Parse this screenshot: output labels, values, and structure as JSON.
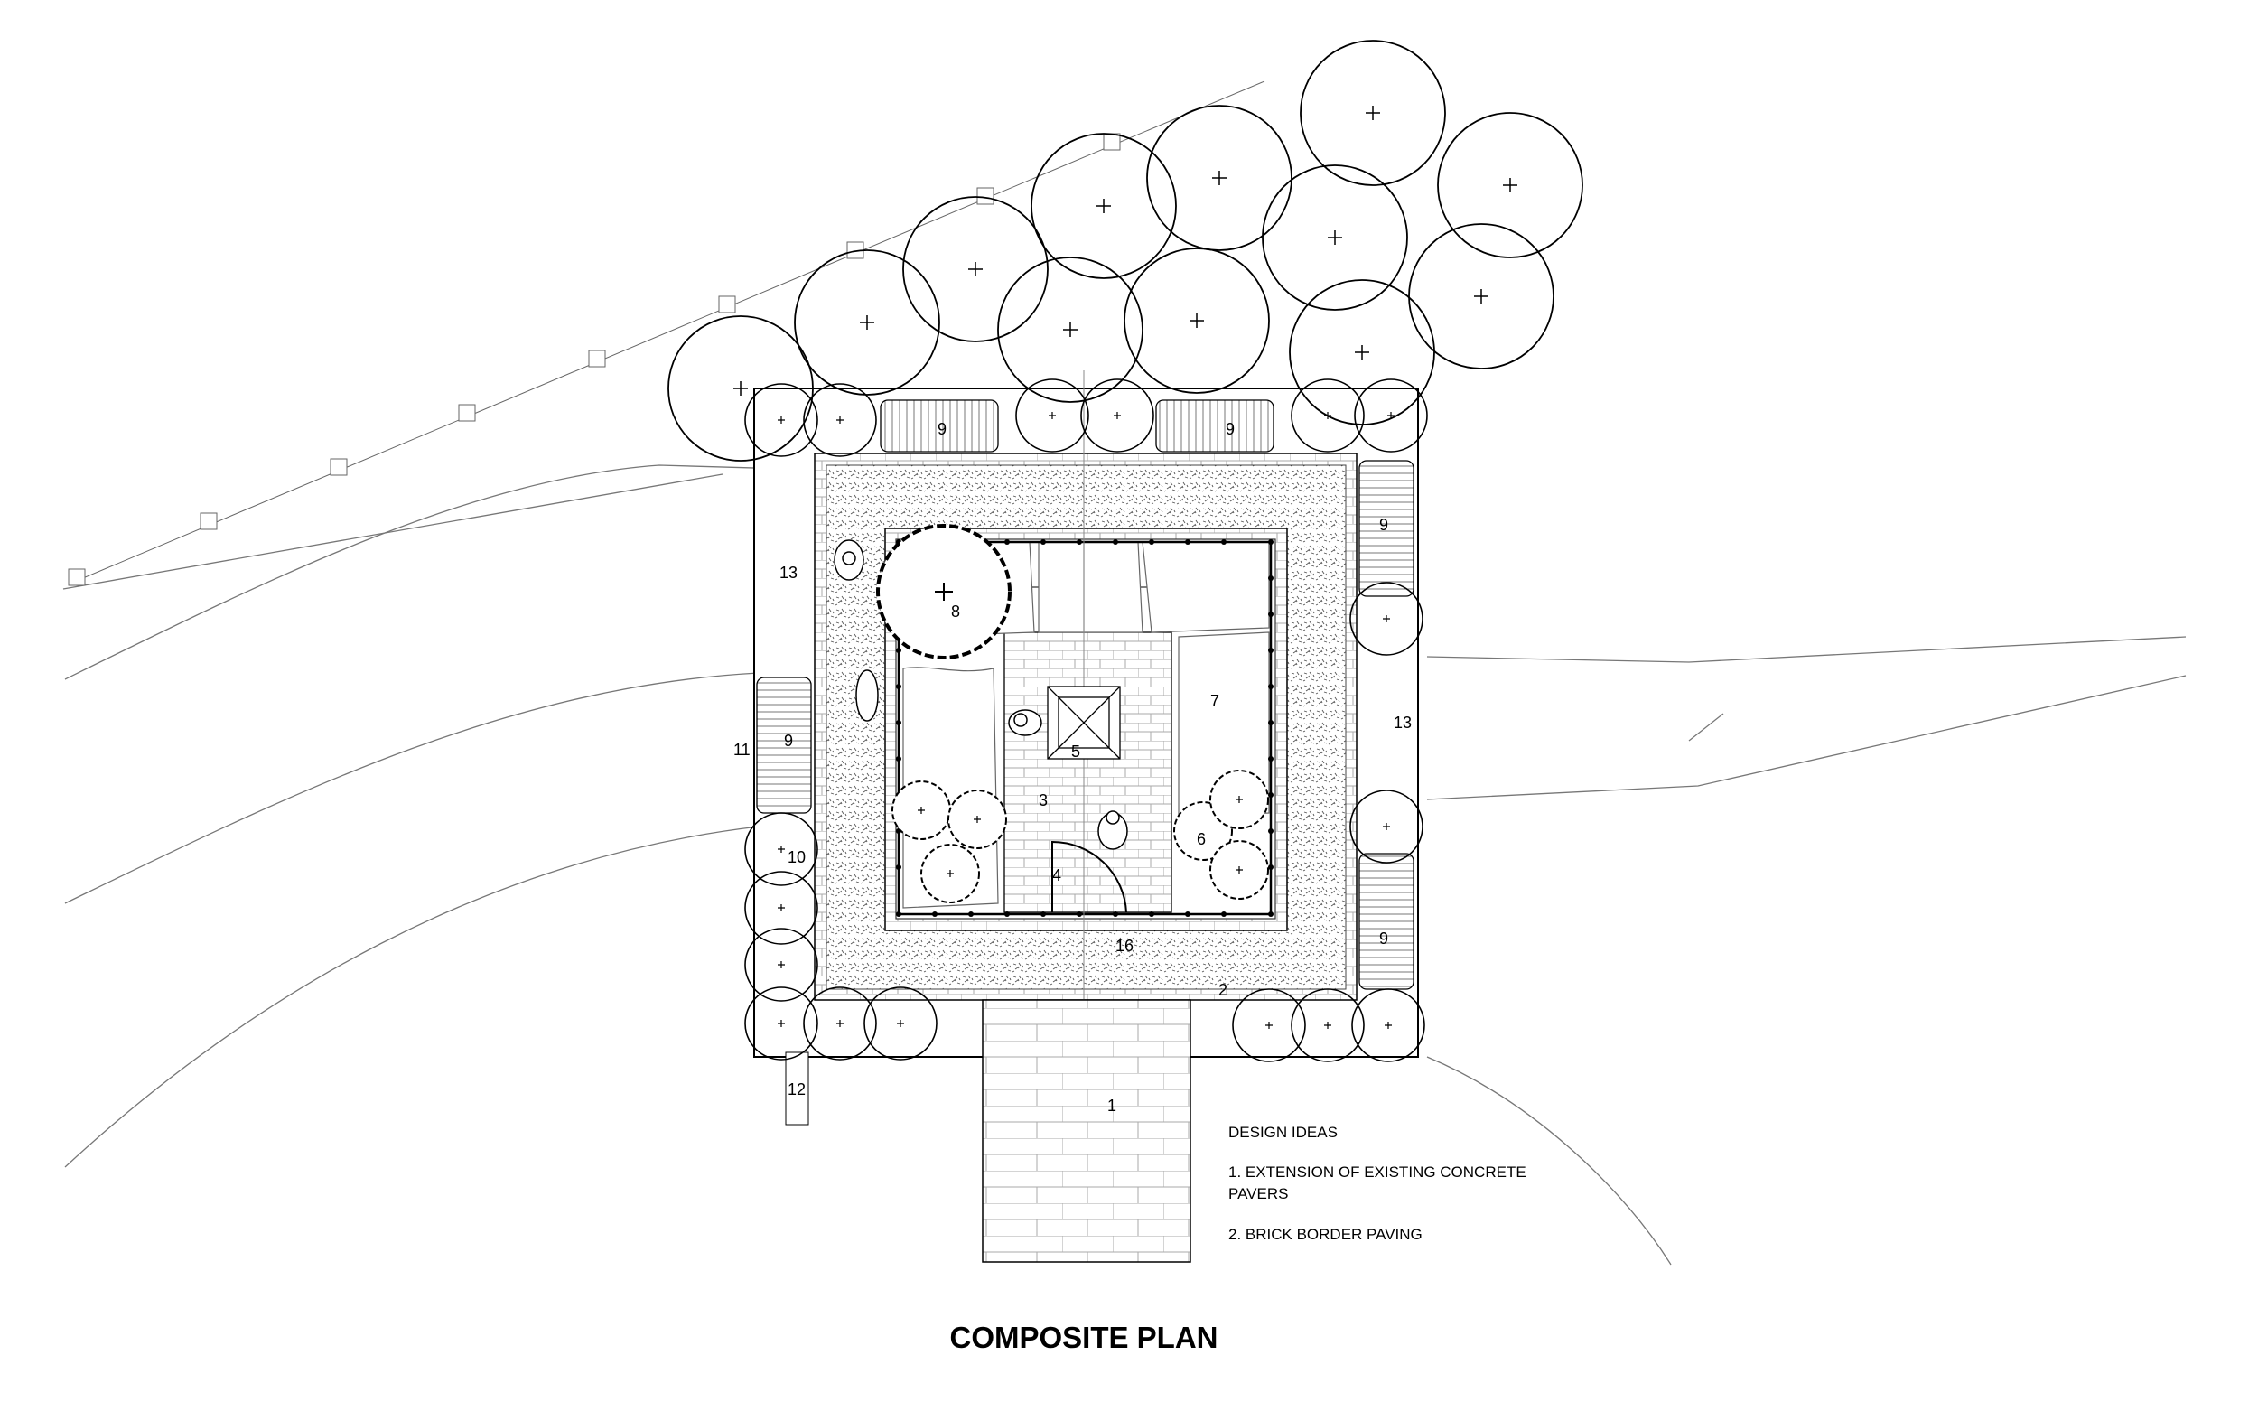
{
  "title": "COMPOSITE PLAN",
  "notes": {
    "heading": "DESIGN IDEAS",
    "item1_line1": "1. EXTENSION OF EXISTING CONCRETE",
    "item1_line2": "PAVERS",
    "item2": "2. BRICK BORDER PAVING"
  },
  "labels": {
    "n1": "1",
    "n2": "2",
    "n3": "3",
    "n4": "4",
    "n5": "5",
    "n6": "6",
    "n7": "7",
    "n8": "8",
    "n9": "9",
    "n10": "10",
    "n11": "11",
    "n12": "12",
    "n13": "13",
    "n16": "16"
  }
}
